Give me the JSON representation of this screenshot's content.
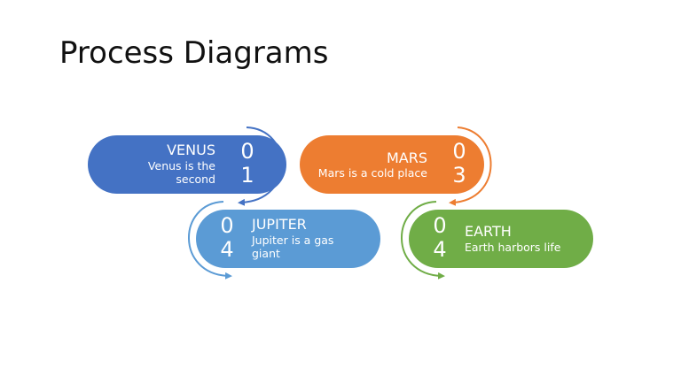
{
  "title": "Process Diagrams",
  "colors": {
    "blue_dark": "#4472c4",
    "orange": "#ed7d31",
    "blue_light": "#5b9bd5",
    "green": "#70ad47"
  },
  "steps": [
    {
      "num_top": "0",
      "num_bottom": "1",
      "label": "VENUS",
      "desc": "Venus is the second"
    },
    {
      "num_top": "0",
      "num_bottom": "3",
      "label": "MARS",
      "desc": "Mars is a cold place"
    },
    {
      "num_top": "0",
      "num_bottom": "4",
      "label": "JUPITER",
      "desc": "Jupiter is a gas giant"
    },
    {
      "num_top": "0",
      "num_bottom": "4",
      "label": "EARTH",
      "desc": "Earth harbors life"
    }
  ]
}
